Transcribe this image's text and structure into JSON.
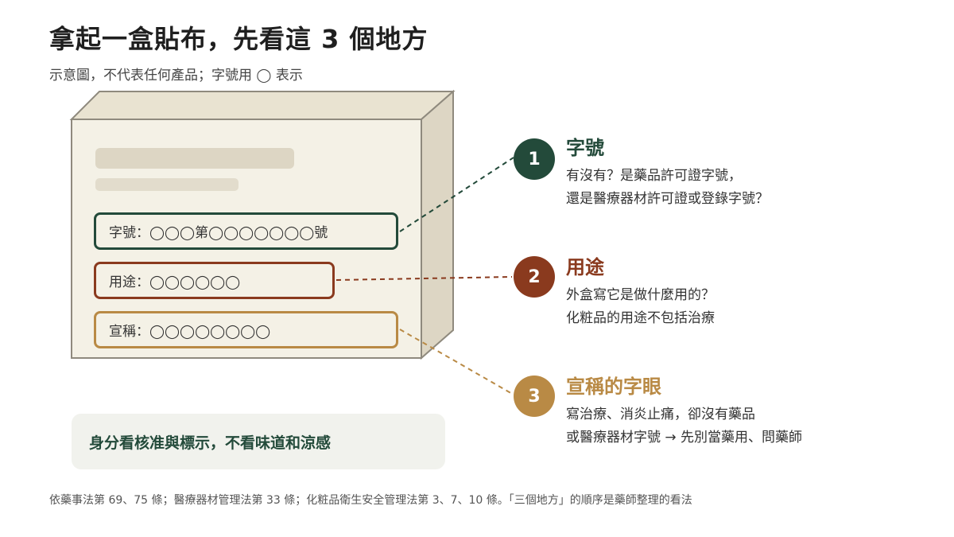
{
  "header": {
    "title": "拿起一盒貼布，先看這 3 個地方",
    "subtitle": "示意圖，不代表任何產品；字號用 ◯ 表示"
  },
  "box": {
    "fields": [
      {
        "text": "字號：◯◯◯第◯◯◯◯◯◯◯號",
        "color": "#234a3a"
      },
      {
        "text": "用途：◯◯◯◯◯◯",
        "color": "#8a3a1e"
      },
      {
        "text": "宣稱：◯◯◯◯◯◯◯◯",
        "color": "#b98a45"
      }
    ]
  },
  "callouts": [
    {
      "number": "1",
      "heading": "字號",
      "line1": "有沒有？是藥品許可證字號，",
      "line2": "還是醫療器材許可證或登錄字號？",
      "color": "#234a3a"
    },
    {
      "number": "2",
      "heading": "用途",
      "line1": "外盒寫它是做什麼用的？",
      "line2": "化粧品的用途不包括治療",
      "color": "#8a3a1e"
    },
    {
      "number": "3",
      "heading": "宣稱的字眼",
      "line1": "寫治療、消炎止痛，卻沒有藥品",
      "line2": "或醫療器材字號 → 先別當藥用、問藥師",
      "color": "#b98a45"
    }
  ],
  "note": "身分看核准與標示，不看味道和涼感",
  "footer": "依藥事法第 69、75 條；醫療器材管理法第 33 條；化粧品衛生安全管理法第 3、7、10 條。「三個地方」的順序是藥師整理的看法"
}
